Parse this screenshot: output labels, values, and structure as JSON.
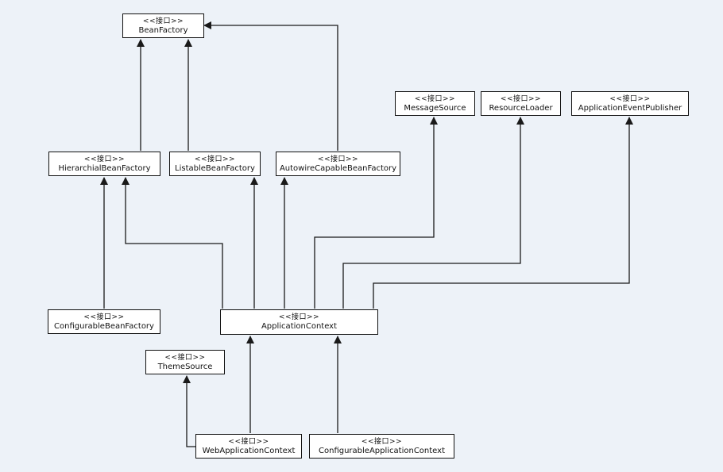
{
  "diagram": {
    "stereotype": "<<接口>>",
    "nodes": {
      "bean_factory": "BeanFactory",
      "message_source": "MessageSource",
      "resource_loader": "ResourceLoader",
      "application_event_publisher": "ApplicationEventPublisher",
      "hierarchial_bean_factory": "HierarchialBeanFactory",
      "listable_bean_factory": "ListableBeanFactory",
      "autowire_capable_bean_factory": "AutowireCapableBeanFactory",
      "configurable_bean_factory": "ConfigurableBeanFactory",
      "application_context": "ApplicationContext",
      "theme_source": "ThemeSource",
      "web_application_context": "WebApplicationContext",
      "configurable_application_context": "ConfigurableApplicationContext"
    },
    "edge_color": "#1a1a1a"
  }
}
